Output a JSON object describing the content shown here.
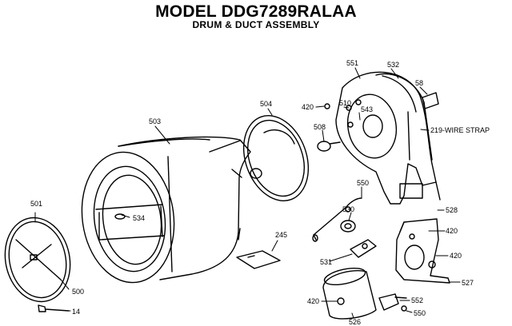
{
  "header": {
    "title": "MODEL DDG7289RALAA",
    "subtitle": "DRUM & DUCT ASSEMBLY"
  },
  "callouts": {
    "p501": "501",
    "p500": "500",
    "p14": "14",
    "p503": "503",
    "p534": "534",
    "p504": "504",
    "p245": "245",
    "p420a": "420",
    "p551": "551",
    "p532": "532",
    "p58": "58",
    "p510": "510",
    "p543": "543",
    "p508": "508",
    "wire_strap": "219-WIRE STRAP",
    "p528": "528",
    "p550a": "550",
    "p530": "530",
    "p531": "531",
    "p420b": "420",
    "p420c": "420",
    "p527": "527",
    "p420d": "420",
    "p526": "526",
    "p552": "552",
    "p550b": "550"
  },
  "colors": {
    "ink": "#000000",
    "paper": "#ffffff"
  }
}
